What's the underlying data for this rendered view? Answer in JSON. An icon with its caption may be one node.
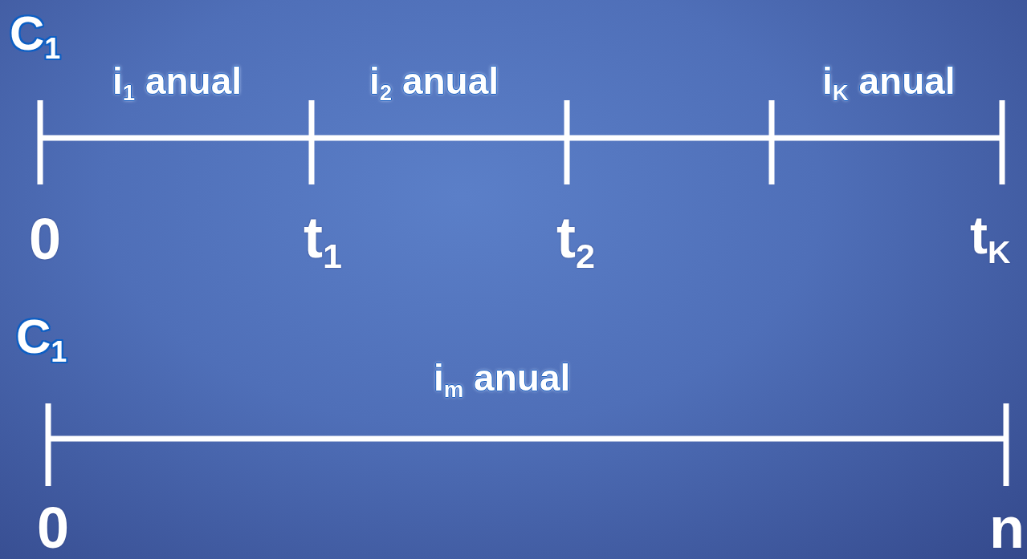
{
  "diagram": {
    "labels": [
      "C$_{1}$",
      "i$_{1}$ anual",
      "i$_{2}$ anual",
      "i$_{K}$ anual",
      "0",
      "t$_{1}$",
      "t$_{2}$",
      "t$_{K}$",
      "C$_{1}$",
      "i$_{m}$ anual",
      "0",
      "n"
    ]
  }
}
